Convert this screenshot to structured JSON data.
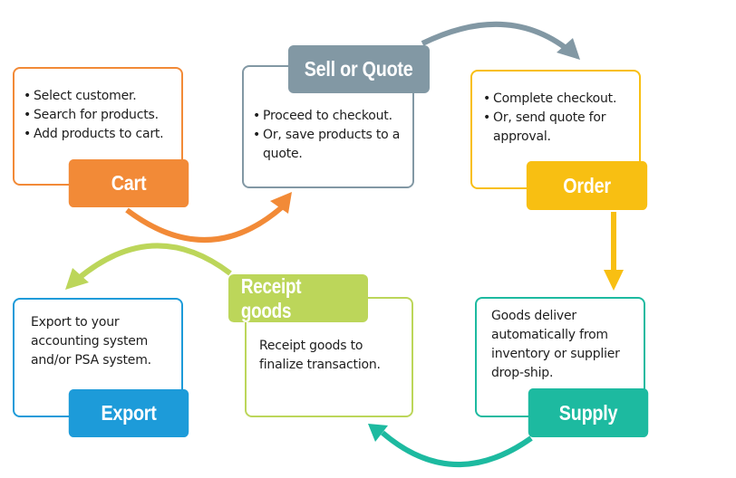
{
  "diagram": {
    "type": "process-cycle",
    "steps": [
      {
        "id": "cart",
        "title": "Cart",
        "color": "#f28a37",
        "bullets": [
          "Select customer.",
          "Search for products.",
          "Add products to cart."
        ]
      },
      {
        "id": "sell-or-quote",
        "title": "Sell or Quote",
        "color": "#8298a4",
        "bullets": [
          "Proceed to checkout.",
          "Or, save products to a quote."
        ]
      },
      {
        "id": "order",
        "title": "Order",
        "color": "#f8bf12",
        "bullets": [
          "Complete checkout.",
          "Or, send quote for approval."
        ]
      },
      {
        "id": "supply",
        "title": "Supply",
        "color": "#1dbaa0",
        "text": [
          "Goods deliver",
          "automatically from",
          "inventory or supplier",
          "drop-ship."
        ]
      },
      {
        "id": "receipt-goods",
        "title": "Receipt goods",
        "color": "#bcd65a",
        "text": [
          "Receipt goods to",
          "finalize transaction."
        ]
      },
      {
        "id": "export",
        "title": "Export",
        "color": "#1d9bd9",
        "text": [
          "Export to your",
          "accounting system",
          "and/or PSA system."
        ]
      }
    ],
    "arrows": [
      {
        "from": "cart",
        "to": "sell-or-quote",
        "color": "#f28a37"
      },
      {
        "from": "sell-or-quote",
        "to": "order",
        "color": "#8298a4"
      },
      {
        "from": "order",
        "to": "supply",
        "color": "#f8bf12"
      },
      {
        "from": "supply",
        "to": "receipt-goods",
        "color": "#1dbaa0"
      },
      {
        "from": "receipt-goods",
        "to": "export",
        "color": "#bcd65a"
      }
    ]
  }
}
